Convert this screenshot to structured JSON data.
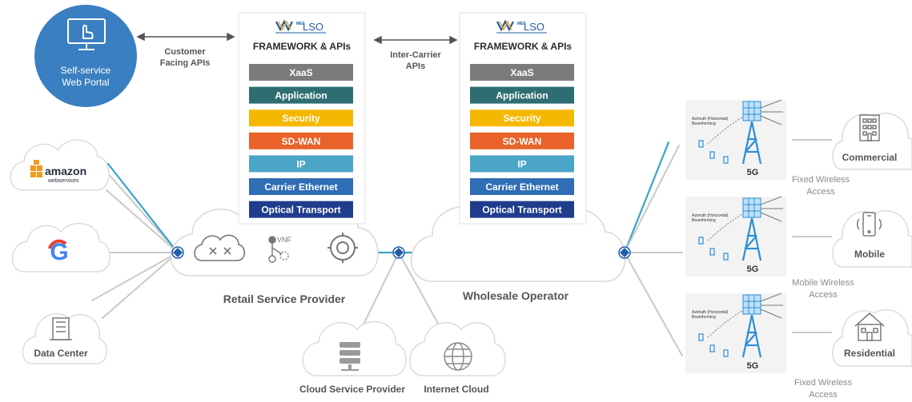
{
  "portal": {
    "label_line1": "Self-service",
    "label_line2": "Web Portal"
  },
  "links": {
    "customer_apis_line1": "Customer",
    "customer_apis_line2": "Facing APIs",
    "intercarrier_line1": "Inter-Carrier",
    "intercarrier_line2": "APIs"
  },
  "stack_logo": {
    "mark": "MEF",
    "text": "LSO"
  },
  "stacks": [
    {
      "title": "FRAMEWORK & APIs",
      "layers": [
        "XaaS",
        "Application",
        "Security",
        "SD-WAN",
        "IP",
        "Carrier Ethernet",
        "Optical Transport"
      ]
    },
    {
      "title": "FRAMEWORK & APIs",
      "layers": [
        "XaaS",
        "Application",
        "Security",
        "SD-WAN",
        "IP",
        "Carrier Ethernet",
        "Optical Transport"
      ]
    }
  ],
  "layer_colors": [
    "#7b7b7b",
    "#2e6e72",
    "#f5b800",
    "#e8622a",
    "#4aa5c7",
    "#2f6db5",
    "#1f3d8c"
  ],
  "clouds_left": {
    "amazon_line1": "amazon",
    "amazon_line2": "webservices",
    "google_glyph": "G",
    "datacenter": "Data Center"
  },
  "retail": {
    "label": "Retail Service Provider",
    "vnf": "VNF"
  },
  "wholesale": {
    "label": "Wholesale Operator"
  },
  "bottom": {
    "cloud_provider": "Cloud Service Provider",
    "internet": "Internet Cloud"
  },
  "towers": [
    {
      "tag": "5G",
      "beam_line1": "Azimuth (Horizontal)",
      "beam_line2": "Beamforming"
    },
    {
      "tag": "5G",
      "beam_line1": "Azimuth (Horizontal)",
      "beam_line2": "Beamforming"
    },
    {
      "tag": "5G",
      "beam_line1": "Azimuth (Horizontal)",
      "beam_line2": "Beamforming"
    }
  ],
  "endpoints": [
    {
      "label": "Commercial",
      "access_line1": "Fixed Wireless",
      "access_line2": "Access"
    },
    {
      "label": "Mobile",
      "access_line1": "Mobile Wireless",
      "access_line2": "Access"
    },
    {
      "label": "Residential",
      "access_line1": "Fixed Wireless",
      "access_line2": "Access"
    }
  ],
  "colors": {
    "accent_blue": "#3a7fc1",
    "line_teal": "#3aa3c9",
    "line_grey": "#c9c9c9",
    "cloud_stroke": "#d8d8d8",
    "text_dark": "#555555",
    "text_light": "#8a8a8a",
    "aws_orange": "#f29a1f",
    "tower_blue": "#2b8fd6"
  }
}
